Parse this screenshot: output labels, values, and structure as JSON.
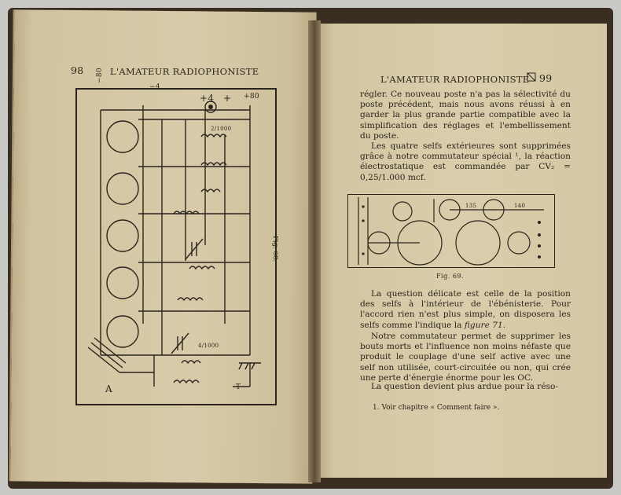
{
  "left_page": {
    "page_number": "98",
    "running_head": "L'AMATEUR RADIOPHONISTE",
    "figure_caption": "Fig. 68.",
    "schematic_labels": {
      "minus_80": "−80",
      "minus_4": "−4",
      "plus_4": "+4",
      "plus": "+",
      "plus_80": "+80",
      "cap_2000_a": "2/1000",
      "cap_2000_b": "4/1000",
      "antenna": "A",
      "earth": "T"
    }
  },
  "right_page": {
    "page_number": "99",
    "running_head": "L'AMATEUR RADIOPHONISTE",
    "paragraphs": [
      "régler. Ce nouveau poste n'a pas la sélectivité du poste précédent, mais nous avons réussi à en garder la plus grande partie compatible avec la simplification des réglages et l'embellissement du poste.",
      "Les quatre selfs extérieures sont supprimées grâce à notre commutateur spécial ¹, la réaction électrostatique est commandée par CV₂ = 0,25/1.000 mcf."
    ],
    "figure_caption": "Fig. 69.",
    "fig69_labels": {
      "d1": "135",
      "d2": "140"
    },
    "paragraph3_start": "La question délicate est celle de la position des selfs à l'intérieur de l'ébénisterie. Pour l'accord rien n'est plus simple, on disposera les selfs comme l'indique la ",
    "paragraph3_figref": "figure 71",
    "paragraph3_end": ".",
    "paragraph4": "Notre commutateur permet de supprimer les bouts morts et l'influence non moins néfaste que produit le couplage d'une self active avec une self non utilisée, court-circuitée ou non, qui crée une perte d'énergie énorme pour les OC.",
    "paragraph5": "La question devient plus ardue pour la réso-",
    "footnote": "1. Voir chapitre « Comment faire »."
  }
}
